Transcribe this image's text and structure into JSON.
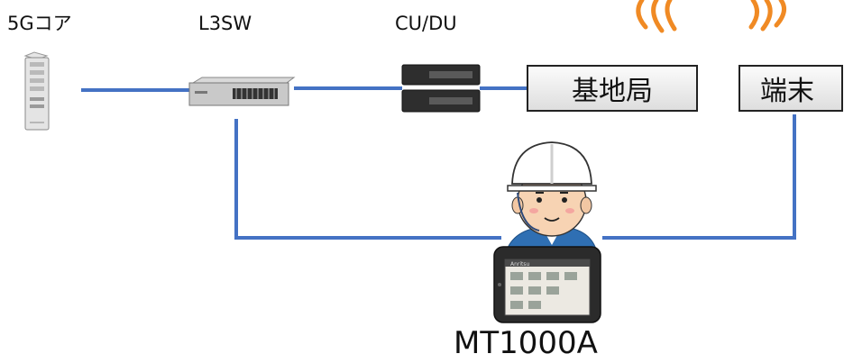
{
  "nodes": {
    "core": "5Gコア",
    "l3sw": "L3SW",
    "cudu": "CU/DU",
    "base_station": "基地局",
    "terminal": "端末",
    "tester": "MT1000A"
  },
  "tester_screen_brand": "Anritsu",
  "colors": {
    "link": "#4472c4",
    "radio_wave": "#f08a24",
    "helmet": "#ffffff",
    "shirt": "#2f6fb3"
  }
}
